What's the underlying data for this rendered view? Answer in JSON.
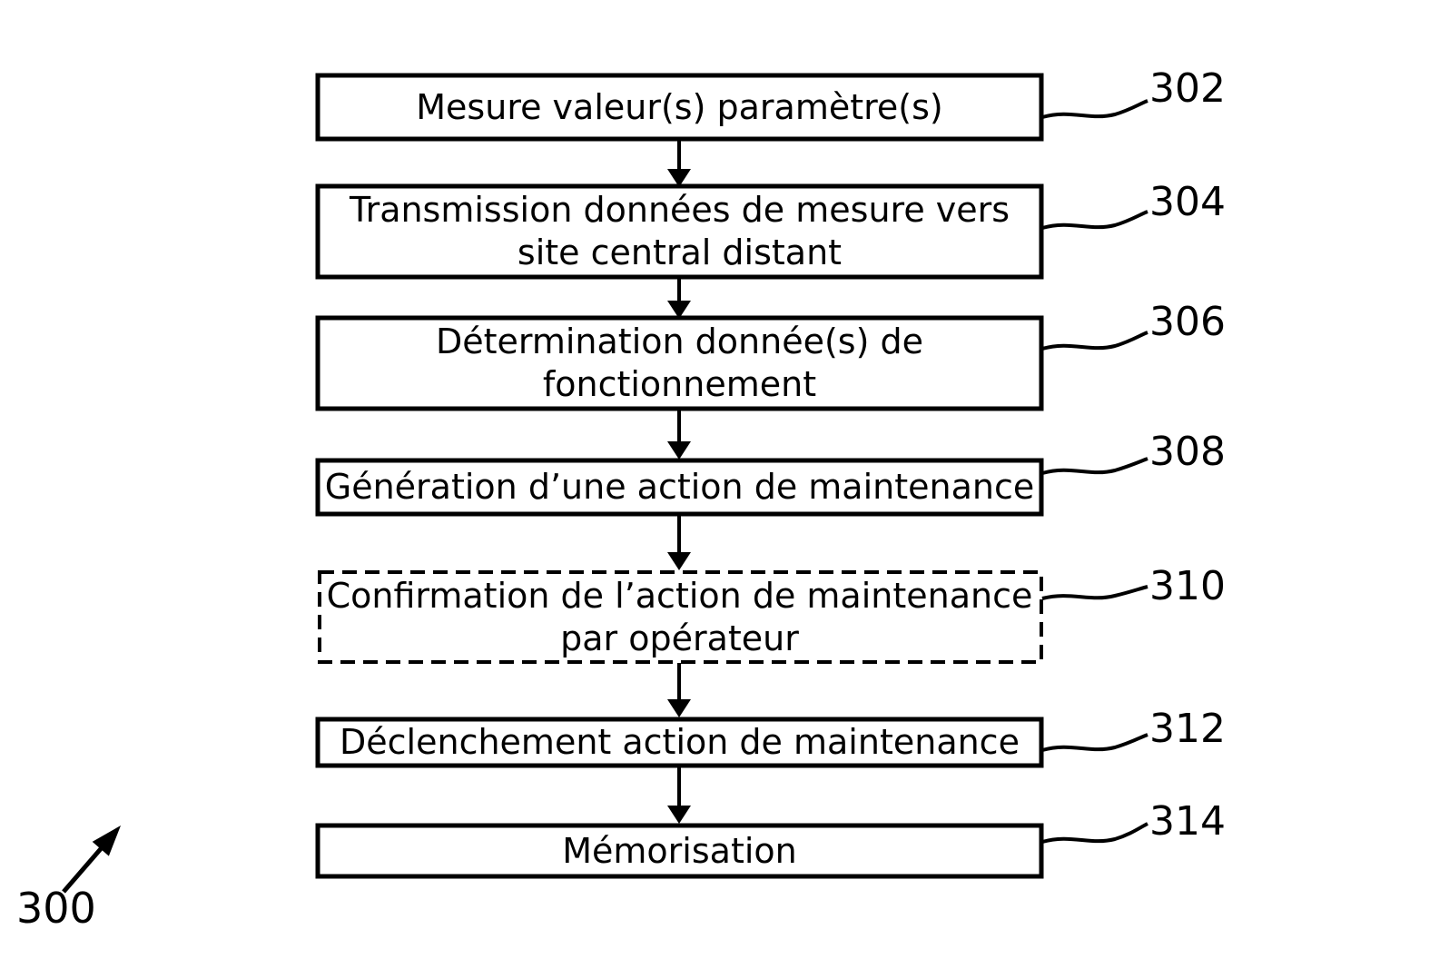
{
  "diagram": {
    "figure_number": "300",
    "boxes": [
      {
        "ref": "302",
        "border": "solid",
        "text": "Mesure valeur(s) paramètre(s)"
      },
      {
        "ref": "304",
        "border": "solid",
        "text": "Transmission données de mesure vers\nsite central distant"
      },
      {
        "ref": "306",
        "border": "solid",
        "text": "Détermination donnée(s) de\nfonctionnement"
      },
      {
        "ref": "308",
        "border": "solid",
        "text": "Génération d’une action de maintenance"
      },
      {
        "ref": "310",
        "border": "dashed",
        "text": "Confirmation de l’action de maintenance\npar opérateur"
      },
      {
        "ref": "312",
        "border": "solid",
        "text": "Déclenchement action de maintenance"
      },
      {
        "ref": "314",
        "border": "solid",
        "text": "Mémorisation"
      }
    ],
    "colors": {
      "ink": "#000000",
      "background": "#ffffff"
    }
  }
}
